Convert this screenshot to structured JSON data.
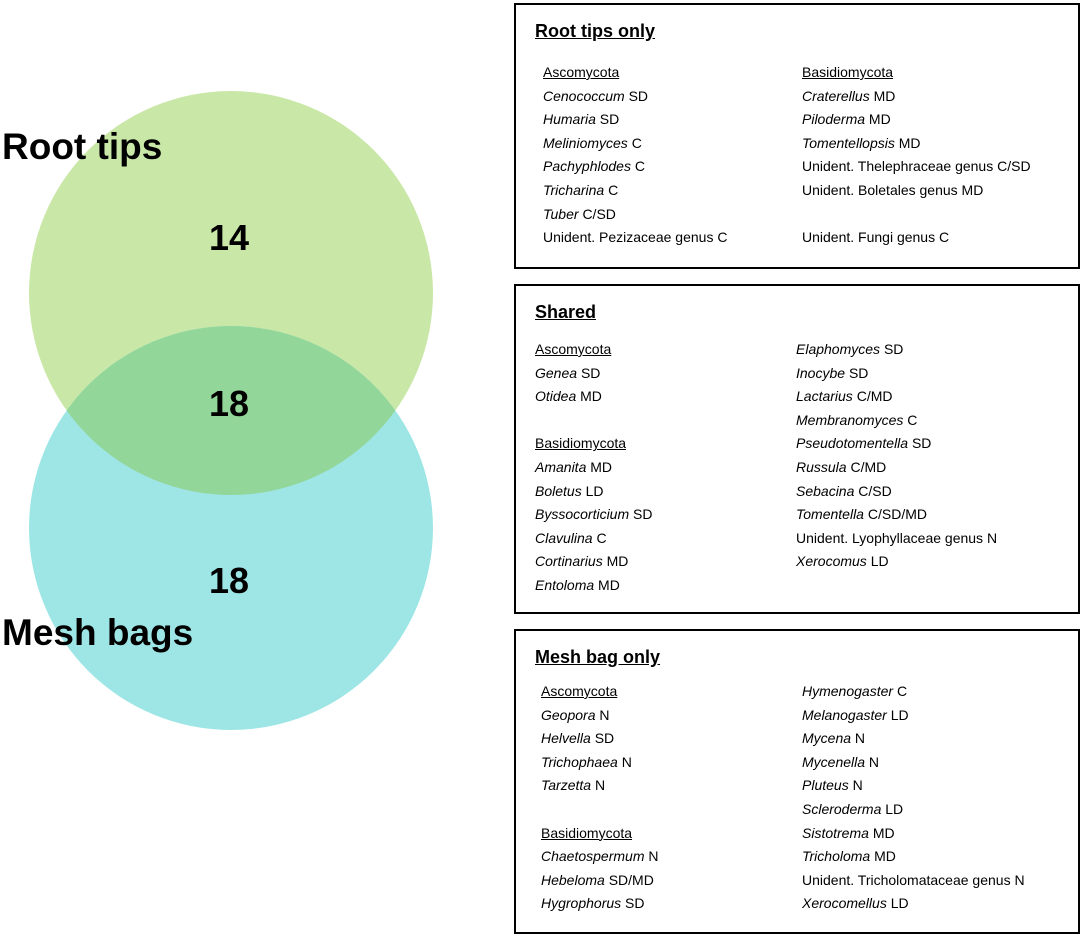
{
  "venn": {
    "sets": [
      {
        "label": "Root tips",
        "color": "#c9e7a7"
      },
      {
        "label": "Mesh bags",
        "color": "#9ee6e6"
      }
    ],
    "intersection_color": "#93d69a",
    "counts": {
      "root_tips_only": "14",
      "shared": "18",
      "mesh_bags_only": "18"
    }
  },
  "panels": [
    {
      "title": "Root tips only",
      "columns": [
        [
          {
            "kind": "header",
            "text": "Ascomycota"
          },
          {
            "genus": "Cenococcum",
            "code": "SD"
          },
          {
            "genus": "Humaria",
            "code": "SD"
          },
          {
            "genus": "Meliniomyces",
            "code": "C"
          },
          {
            "genus": "Pachyphlodes",
            "code": "C"
          },
          {
            "genus": "Tricharina",
            "code": "C"
          },
          {
            "genus": "Tuber",
            "code": "C/SD"
          },
          {
            "text": "Unident. Pezizaceae genus C"
          }
        ],
        [
          {
            "kind": "header",
            "text": "Basidiomycota"
          },
          {
            "genus": "Craterellus",
            "code": "MD"
          },
          {
            "genus": "Piloderma",
            "code": "MD"
          },
          {
            "genus": "Tomentellopsis",
            "code": "MD"
          },
          {
            "text": "Unident. Thelephraceae genus C/SD"
          },
          {
            "text": "Unident. Boletales genus MD"
          },
          {
            "kind": "blank"
          },
          {
            "text": "Unident. Fungi genus C"
          }
        ]
      ]
    },
    {
      "title": "Shared",
      "columns": [
        [
          {
            "kind": "header",
            "text": "Ascomycota"
          },
          {
            "genus": "Genea",
            "code": "SD"
          },
          {
            "genus": "Otidea",
            "code": "MD"
          },
          {
            "kind": "blank"
          },
          {
            "kind": "header",
            "text": "Basidiomycota"
          },
          {
            "genus": "Amanita",
            "code": "MD"
          },
          {
            "genus": "Boletus",
            "code": "LD"
          },
          {
            "genus": "Byssocorticium",
            "code": "SD"
          },
          {
            "genus": "Clavulina",
            "code": "C"
          },
          {
            "genus": "Cortinarius",
            "code": "MD"
          },
          {
            "genus": "Entoloma",
            "code": "MD"
          }
        ],
        [
          {
            "genus": "Elaphomyces",
            "code": "SD"
          },
          {
            "genus": "Inocybe",
            "code": "SD"
          },
          {
            "genus": "Lactarius",
            "code": "C/MD"
          },
          {
            "genus": "Membranomyces",
            "code": "C"
          },
          {
            "genus": "Pseudotomentella",
            "code": "SD"
          },
          {
            "genus": "Russula",
            "code": "C/MD"
          },
          {
            "genus": "Sebacina",
            "code": "C/SD"
          },
          {
            "genus": "Tomentella",
            "code": "C/SD/MD"
          },
          {
            "text": "Unident. Lyophyllaceae genus N"
          },
          {
            "genus": "Xerocomus",
            "code": "LD"
          }
        ]
      ]
    },
    {
      "title": "Mesh bag only",
      "columns": [
        [
          {
            "kind": "header",
            "text": "Ascomycota"
          },
          {
            "genus": "Geopora",
            "code": "N"
          },
          {
            "genus": "Helvella",
            "code": "SD"
          },
          {
            "genus": "Trichophaea",
            "code": "N"
          },
          {
            "genus": "Tarzetta",
            "code": "N"
          },
          {
            "kind": "blank"
          },
          {
            "kind": "header",
            "text": "Basidiomycota"
          },
          {
            "genus": "Chaetospermum",
            "code": "N"
          },
          {
            "genus": "Hebeloma",
            "code": "SD/MD"
          },
          {
            "genus": "Hygrophorus",
            "code": "SD"
          }
        ],
        [
          {
            "genus": "Hymenogaster",
            "code": "C"
          },
          {
            "genus": "Melanogaster",
            "code": "LD"
          },
          {
            "genus": "Mycena",
            "code": "N"
          },
          {
            "genus": "Mycenella",
            "code": "N"
          },
          {
            "genus": "Pluteus",
            "code": "N"
          },
          {
            "genus": "Scleroderma",
            "code": "LD"
          },
          {
            "genus": "Sistotrema",
            "code": "MD"
          },
          {
            "genus": "Tricholoma",
            "code": "MD"
          },
          {
            "text": "Unident. Tricholomataceae genus  N"
          },
          {
            "genus": "Xerocomellus",
            "code": "LD"
          }
        ]
      ]
    }
  ]
}
